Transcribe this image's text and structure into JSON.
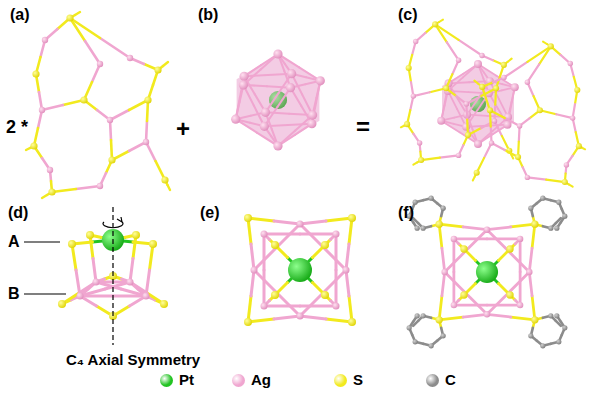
{
  "diagram": {
    "labels": [
      "(a)",
      "2 *",
      "+",
      "(b)",
      "=",
      "(c)",
      "(d)",
      "A",
      "B",
      "C₄ Axial Symmetry",
      "(e)",
      "(f)"
    ],
    "legend": [
      {
        "text": "Pt",
        "color": "#22c322"
      },
      {
        "text": "Ag",
        "color": "#f0a6d0"
      },
      {
        "text": "S",
        "color": "#f2ea1e"
      },
      {
        "text": "C",
        "color": "#8c8c8c"
      }
    ]
  }
}
